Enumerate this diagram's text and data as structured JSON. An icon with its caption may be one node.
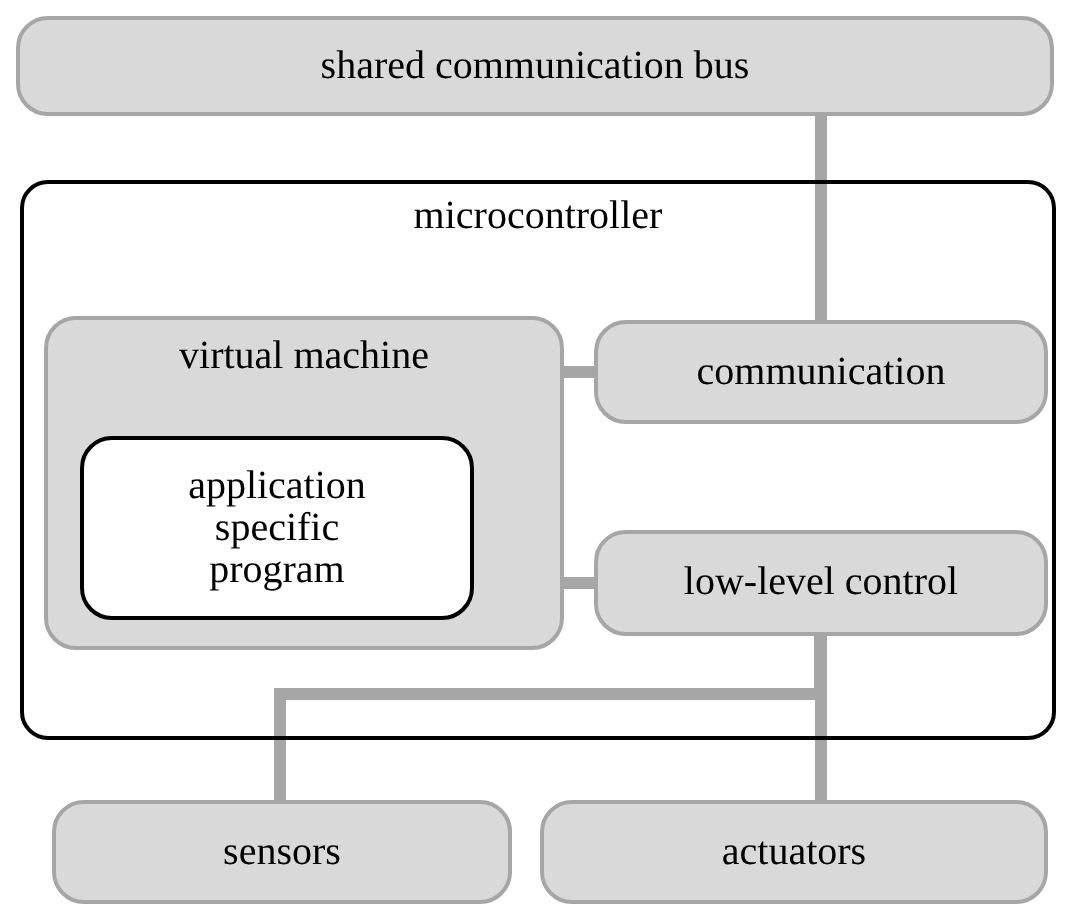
{
  "diagram": {
    "nodes": [
      {
        "text": [
          "shared communication bus"
        ]
      },
      {
        "text": [
          "microcontroller"
        ]
      },
      {
        "text": [
          "virtual machine"
        ],
        "in": 1
      },
      {
        "text": [
          "application specific program"
        ],
        "in": 2
      },
      {
        "text": [
          "communication"
        ],
        "in": 1
      },
      {
        "text": [
          "low-level control"
        ],
        "in": 1
      },
      {
        "text": [
          "sensors"
        ]
      },
      {
        "text": [
          "actuators"
        ]
      }
    ],
    "edges": [
      {
        "from": 0,
        "to": 4,
        "arrow": "none"
      },
      {
        "from": 2,
        "to": 4,
        "arrow": "none"
      },
      {
        "from": 2,
        "to": 5,
        "arrow": "none"
      },
      {
        "from": 5,
        "to": 6,
        "arrow": "none"
      },
      {
        "from": 5,
        "to": 7,
        "arrow": "none"
      }
    ]
  }
}
